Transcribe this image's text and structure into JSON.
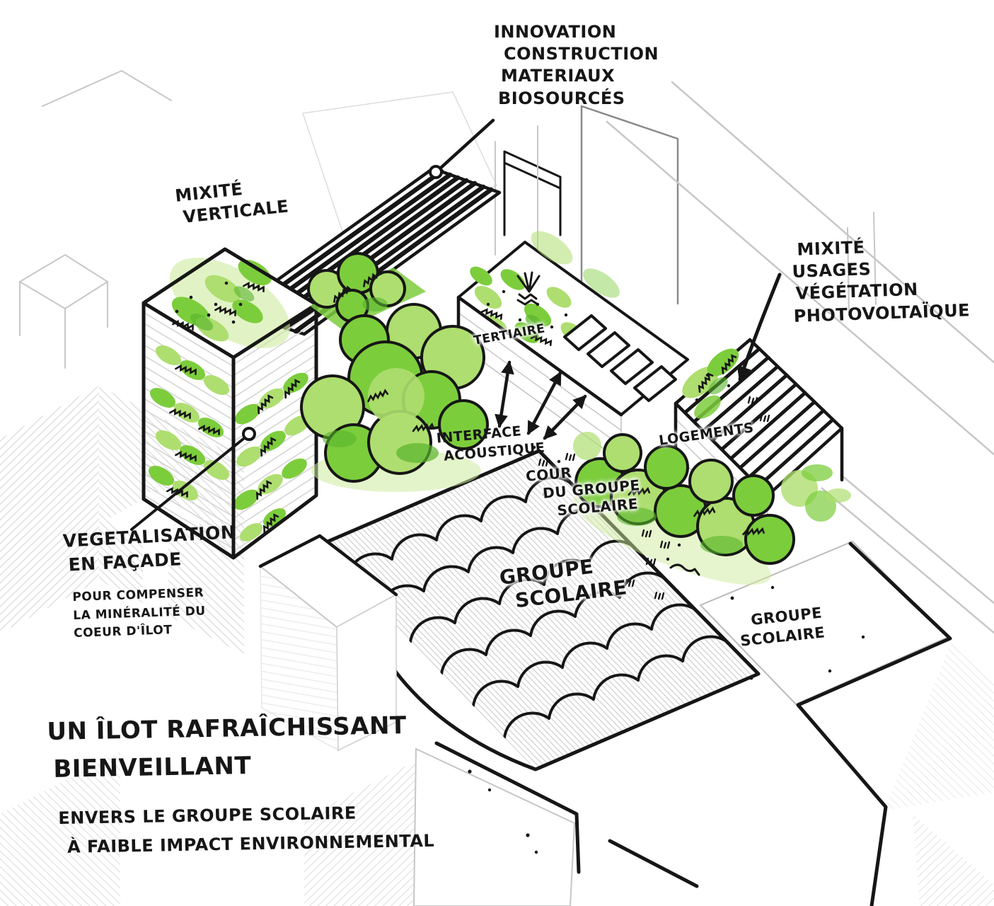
{
  "colors": {
    "ink": "#161616",
    "faint": "#c7c7c7",
    "hatch": "#bdbdbd",
    "green_light": "#aede6f",
    "green_mid": "#7ccd3c",
    "green_dark": "#58b42b",
    "green_pale": "#cdeb9e",
    "paper": "#ffffff"
  },
  "labels": {
    "innovation": {
      "lines": [
        "INNOVATION",
        "CONSTRUCTION",
        "MATERIAUX",
        "BIOSOURCÉS"
      ]
    },
    "mixite_verticale": {
      "lines": [
        "MIXITÉ",
        "VERTICALE"
      ]
    },
    "mixite_usages": {
      "lines": [
        "MIXITÉ",
        "USAGES",
        "VÉGÉTATION",
        "PHOTOVOLTAÏQUE"
      ]
    },
    "tertiaire": {
      "text": "TERTIAIRE"
    },
    "interface_acoustique": {
      "lines": [
        "INTERFACE",
        "ACOUSTIQUE"
      ]
    },
    "cour_groupe_scolaire": {
      "lines": [
        "COUR",
        "DU GROUPE",
        "SCOLAIRE"
      ]
    },
    "logements": {
      "text": "LOGEMENTS"
    },
    "vegetalisation": {
      "lines": [
        "VEGETALISATION",
        "EN FAÇADE"
      ],
      "sub_lines": [
        "POUR COMPENSER",
        "LA MINÉRALITÉ DU",
        "COEUR D'ÎLOT"
      ]
    },
    "groupe_scolaire_roof": {
      "lines": [
        "GROUPE",
        "SCOLAIRE"
      ]
    },
    "groupe_scolaire_pad": {
      "lines": [
        "GROUPE",
        "SCOLAIRE"
      ]
    }
  },
  "title": {
    "lines": [
      "UN ÎLOT RAFRAÎCHISSANT",
      "BIENVEILLANT"
    ],
    "sub_lines": [
      "ENVERS LE GROUPE SCOLAIRE",
      "À FAIBLE IMPACT ENVIRONNEMENTAL"
    ]
  }
}
